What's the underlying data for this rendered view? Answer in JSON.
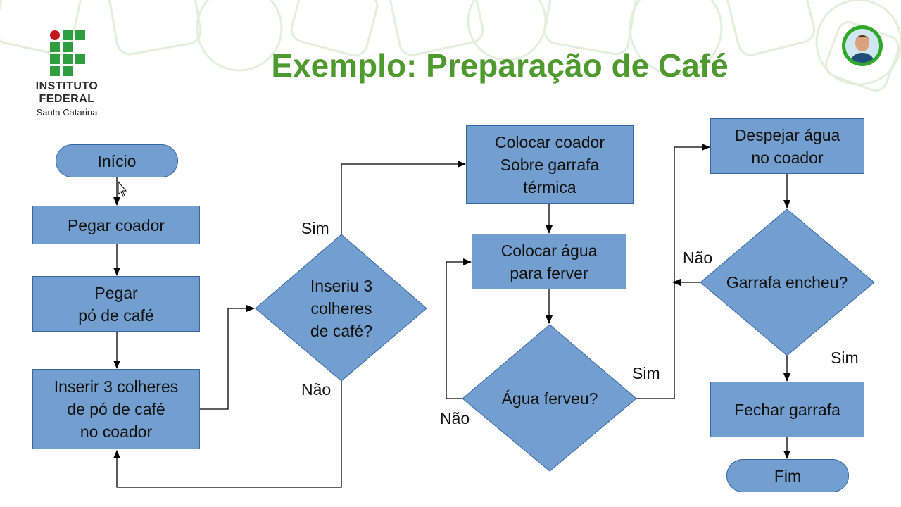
{
  "slide": {
    "title": "Exemplo: Preparação de Café",
    "logo": {
      "line1": "INSTITUTO",
      "line2": "FEDERAL",
      "line3": "Santa Catarina"
    },
    "colors": {
      "title": "#4e9a2e",
      "shape_fill": "#729fcf",
      "shape_border": "#3465a4",
      "logo_green": "#2f9e41",
      "logo_red": "#c4161c"
    }
  },
  "flowchart": {
    "start": "Início",
    "pegar_coador": "Pegar coador",
    "pegar_po": "Pegar\npó de café",
    "inserir_colheres": "Inserir 3 colheres\nde pó de café\nno coador",
    "decisao_colheres": "Inseriu 3\ncolheres\nde café?",
    "colocar_coador": "Colocar coador\nSobre garrafa\ntérmica",
    "colocar_agua": "Colocar água\npara ferver",
    "decisao_agua": "Água ferveu?",
    "despejar_agua": "Despejar água\nno coador",
    "decisao_garrafa": "Garrafa encheu?",
    "fechar_garrafa": "Fechar garrafa",
    "end": "Fim",
    "labels": {
      "sim_colheres": "Sim",
      "nao_colheres": "Não",
      "sim_agua": "Sim",
      "nao_agua": "Não",
      "nao_garrafa": "Não",
      "sim_garrafa": "Sim"
    }
  }
}
